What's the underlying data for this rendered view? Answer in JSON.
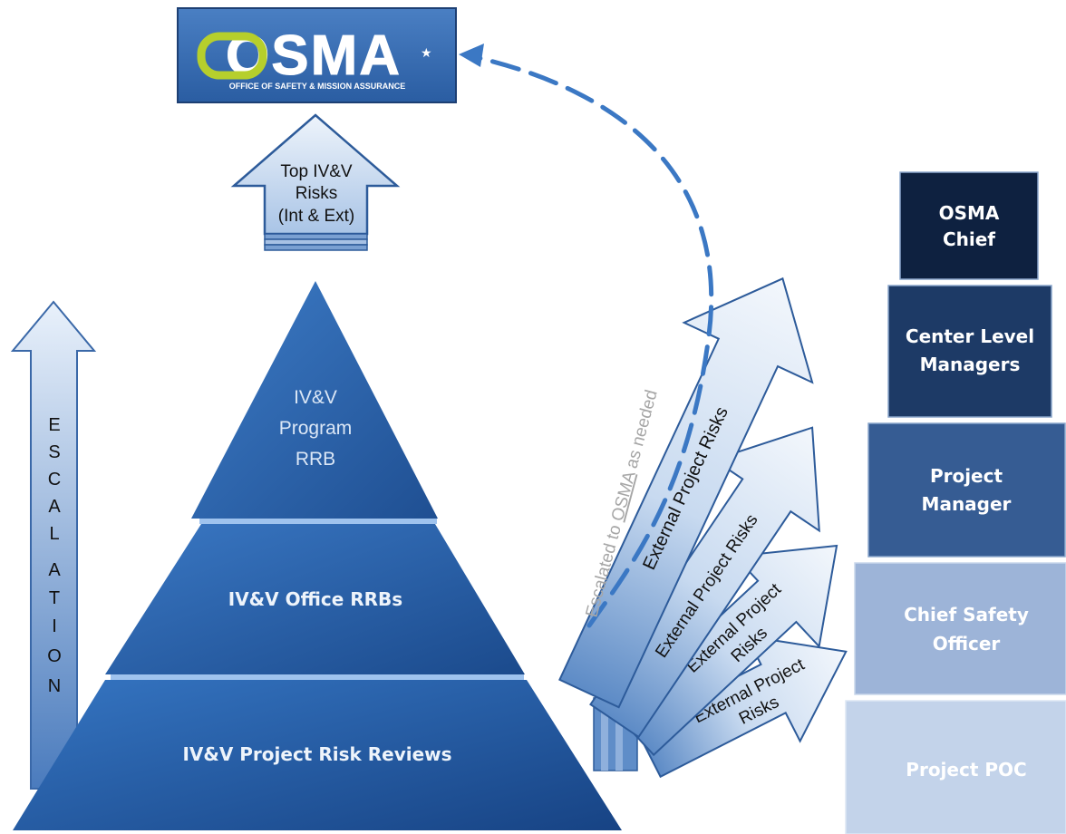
{
  "logo": {
    "wordmark": "OSMA",
    "tagline": "OFFICE OF SAFETY & MISSION ASSURANCE"
  },
  "top_arrow": {
    "lines": [
      "Top IV&V",
      "Risks",
      "(Int & Ext)"
    ]
  },
  "escalation": {
    "letters": [
      "E",
      "S",
      "C",
      "A",
      "L",
      "A",
      "T",
      "I",
      "O",
      "N"
    ]
  },
  "pyramid": {
    "top": [
      "IV&V",
      "Program",
      "RRB"
    ],
    "middle": "IV&V Office RRBs",
    "bottom": "IV&V Project Risk Reviews"
  },
  "dashed_path": {
    "label_prefix": "Escalated to ",
    "label_link": "OSMA",
    "label_suffix": " as needed"
  },
  "fan_arrows": {
    "a1": [
      "External Project Risks"
    ],
    "a2": [
      "External Project Risks"
    ],
    "a3": [
      "External Project",
      "Risks"
    ],
    "a4": [
      "External Project",
      "Risks"
    ]
  },
  "levels": [
    {
      "lines": [
        "OSMA",
        "Chief"
      ]
    },
    {
      "lines": [
        "Center Level",
        "Managers"
      ]
    },
    {
      "lines": [
        "Project",
        "Manager"
      ]
    },
    {
      "lines": [
        "Chief Safety",
        "Officer"
      ]
    },
    {
      "lines": [
        "Project POC"
      ]
    }
  ],
  "colors": {
    "dark_navy": "#0e2140",
    "navy": "#1d3a66",
    "mid_blue": "#365c93",
    "light_blue": "#9db4d8",
    "pale_blue": "#c3d3ea",
    "pyramid_blue": "#2f6bb8",
    "logo_green": "#b6cf2c",
    "dash_blue": "#3b78c4"
  }
}
